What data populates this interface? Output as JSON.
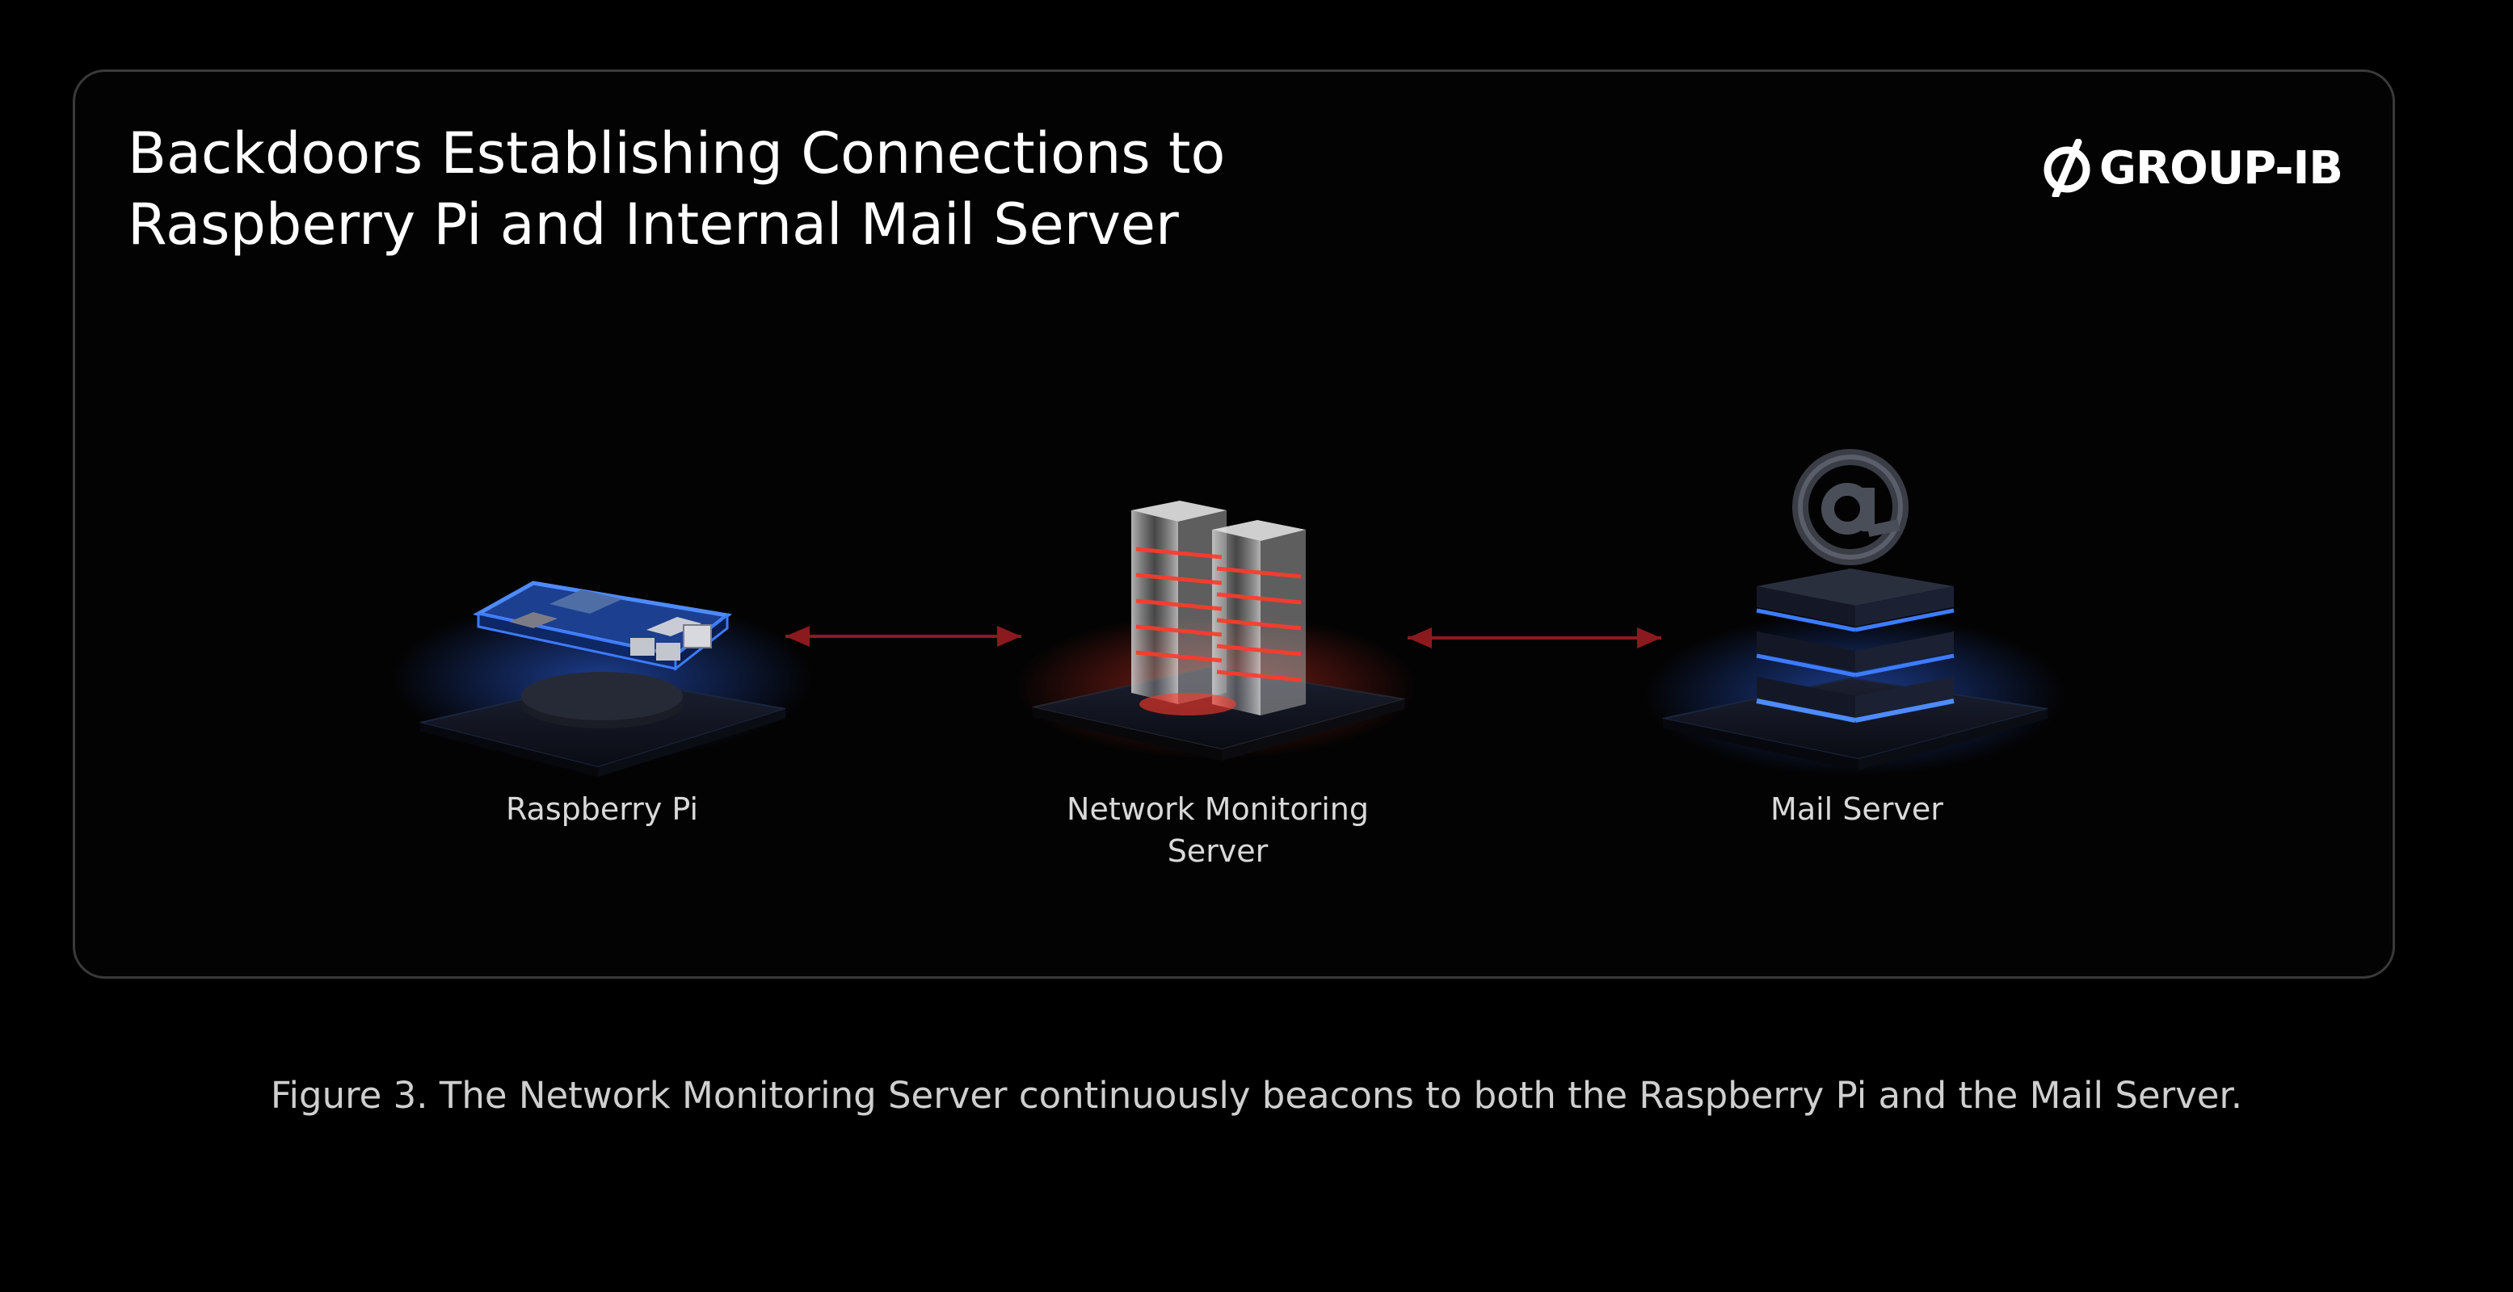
{
  "header": {
    "title_line1": "Backdoors Establishing Connections to",
    "title_line2": "Raspberry Pi and Internal Mail Server"
  },
  "logo": {
    "text": "GROUP-IB",
    "icon": "group-ib-logo-icon"
  },
  "diagram": {
    "nodes": [
      {
        "label": "Raspberry Pi",
        "icon": "raspberry-pi-board-icon"
      },
      {
        "label_line1": "Network Monitoring",
        "label_line2": "Server",
        "icon": "server-towers-icon"
      },
      {
        "label": "Mail Server",
        "icon": "mail-server-stack-icon"
      }
    ],
    "connections": [
      {
        "from": "Network Monitoring Server",
        "to": "Raspberry Pi",
        "direction": "bidirectional"
      },
      {
        "from": "Network Monitoring Server",
        "to": "Mail Server",
        "direction": "bidirectional"
      }
    ]
  },
  "caption": "Figure 3. The Network Monitoring Server continuously beacons to both the Raspberry Pi and the Mail Server.",
  "colors": {
    "background": "#000000",
    "card_border": "#3a3a3a",
    "arrow": "#8b1a1f",
    "blue_glow": "#2f6bff",
    "red_glow": "#ff3a2a"
  }
}
